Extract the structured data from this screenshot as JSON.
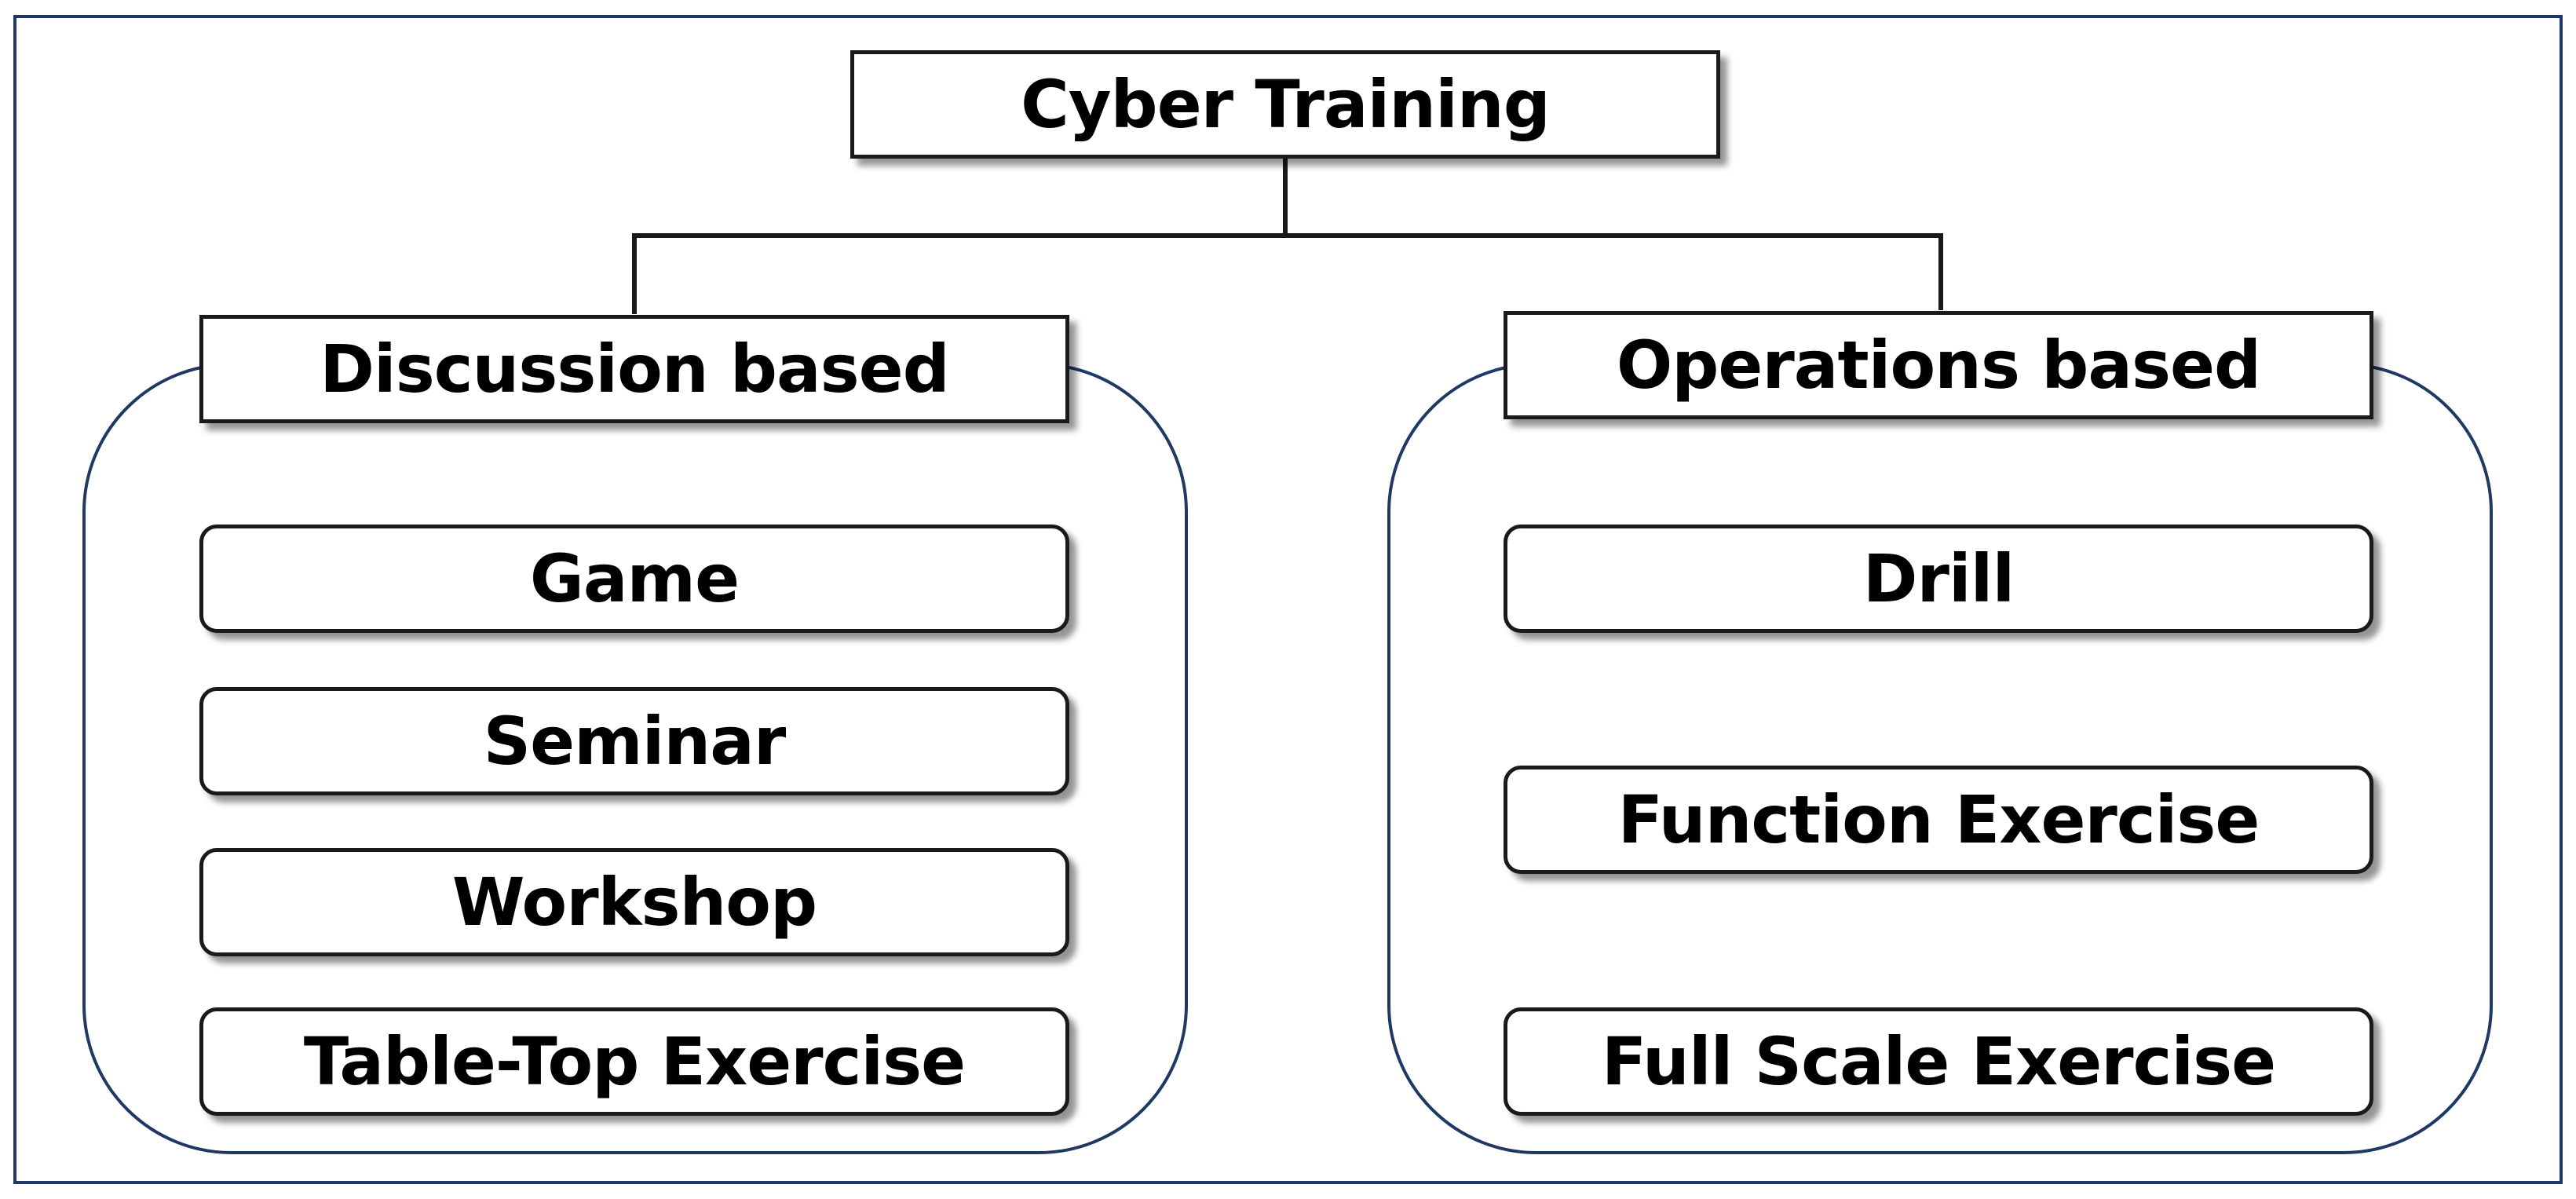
{
  "root": {
    "label": "Cyber Training"
  },
  "branches": [
    {
      "label": "Discussion based",
      "items": [
        "Game",
        "Seminar",
        "Workshop",
        "Table-Top Exercise"
      ]
    },
    {
      "label": "Operations based",
      "items": [
        "Drill",
        "Function Exercise",
        "Full Scale Exercise"
      ]
    }
  ],
  "colors": {
    "outline": "#1f3864",
    "box_border": "#1a1a1a",
    "text": "#000000",
    "background": "#ffffff"
  }
}
